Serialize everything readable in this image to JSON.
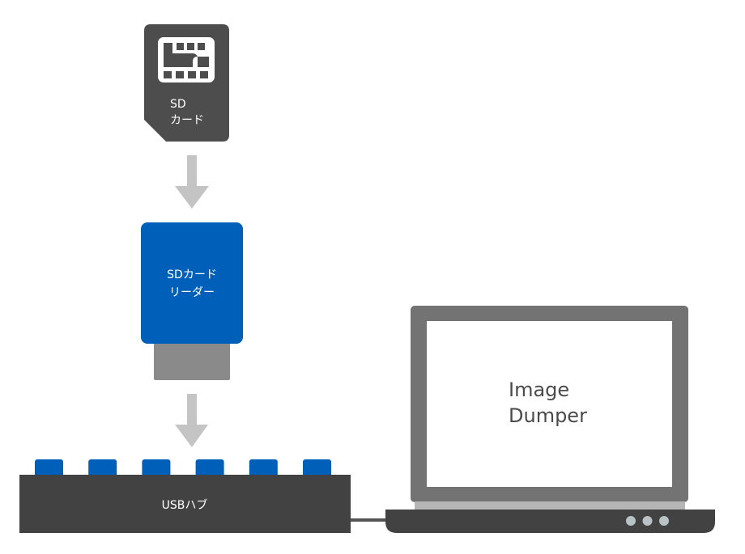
{
  "diagram": {
    "sd_card": {
      "label_line1": "SD",
      "label_line2": "カード",
      "icon": "sd-chip-icon"
    },
    "arrow_1": {
      "icon": "arrow-down-icon"
    },
    "card_reader": {
      "label_line1": "SDカード",
      "label_line2": "リーダー"
    },
    "arrow_2": {
      "icon": "arrow-down-icon"
    },
    "usb_hub": {
      "label": "USBハブ",
      "port_count": 6
    },
    "laptop": {
      "screen_line1": "Image",
      "screen_line2": "Dumper",
      "indicator_dots": 3
    },
    "colors": {
      "sd_card": "#4d4d4d",
      "reader_blue": "#005fb8",
      "reader_connector": "#8a8a8a",
      "arrow": "#c4c4c4",
      "hub_body": "#424242",
      "port_blue": "#005fb8",
      "laptop_bezel": "#737373",
      "laptop_hinge": "#b5b5b5",
      "laptop_base": "#424242",
      "indicator": "#b9c3c7",
      "cable": "#555555"
    }
  }
}
